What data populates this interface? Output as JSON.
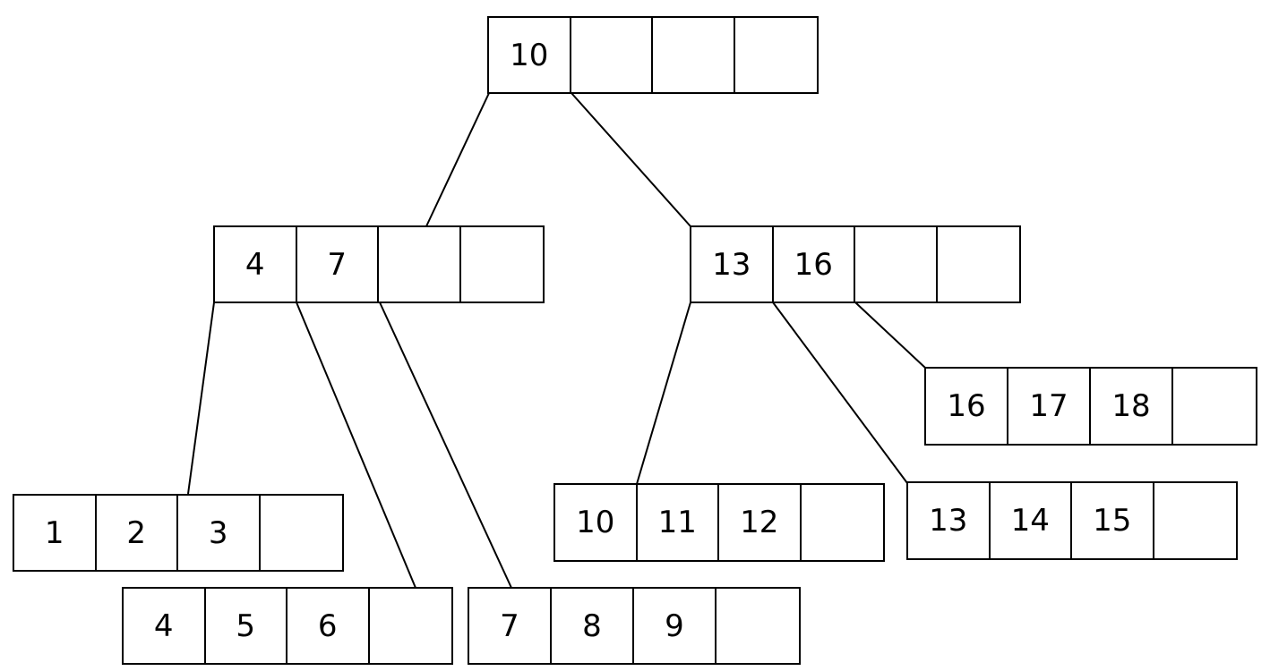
{
  "tree": {
    "root": {
      "keys": [
        "10",
        "",
        "",
        ""
      ]
    },
    "internal_left": {
      "keys": [
        "4",
        "7",
        "",
        ""
      ]
    },
    "internal_right": {
      "keys": [
        "13",
        "16",
        "",
        ""
      ]
    },
    "leaf_1": {
      "keys": [
        "1",
        "2",
        "3",
        ""
      ]
    },
    "leaf_2": {
      "keys": [
        "4",
        "5",
        "6",
        ""
      ]
    },
    "leaf_3": {
      "keys": [
        "7",
        "8",
        "9",
        ""
      ]
    },
    "leaf_4": {
      "keys": [
        "10",
        "11",
        "12",
        ""
      ]
    },
    "leaf_5": {
      "keys": [
        "13",
        "14",
        "15",
        ""
      ]
    },
    "leaf_6": {
      "keys": [
        "16",
        "17",
        "18",
        ""
      ]
    }
  }
}
